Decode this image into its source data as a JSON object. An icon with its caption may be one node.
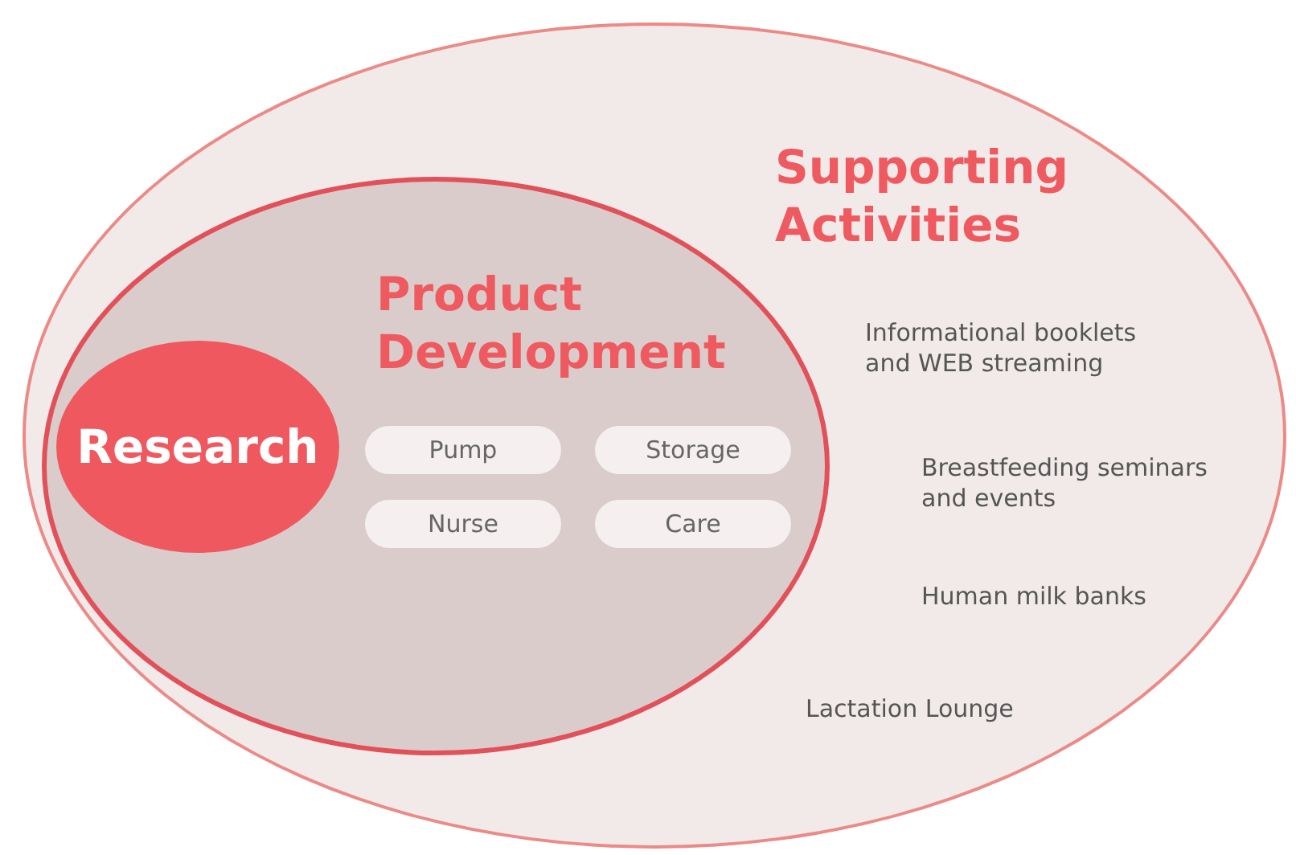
{
  "diagram": {
    "nodes": [
      {
        "text": [
          "Supporting Activities",
          "Informational booklets and WEB streaming",
          "Breastfeeding seminars and events",
          "Human milk banks",
          "Lactation Lounge"
        ]
      },
      {
        "text": [
          "Product Development"
        ],
        "in": 0
      },
      {
        "text": [
          "Research"
        ],
        "in": 1
      },
      {
        "text": [
          "Pump"
        ],
        "in": 1
      },
      {
        "text": [
          "Storage"
        ],
        "in": 1
      },
      {
        "text": [
          "Nurse"
        ],
        "in": 1
      },
      {
        "text": [
          "Care"
        ],
        "in": 1
      }
    ],
    "edges": []
  }
}
